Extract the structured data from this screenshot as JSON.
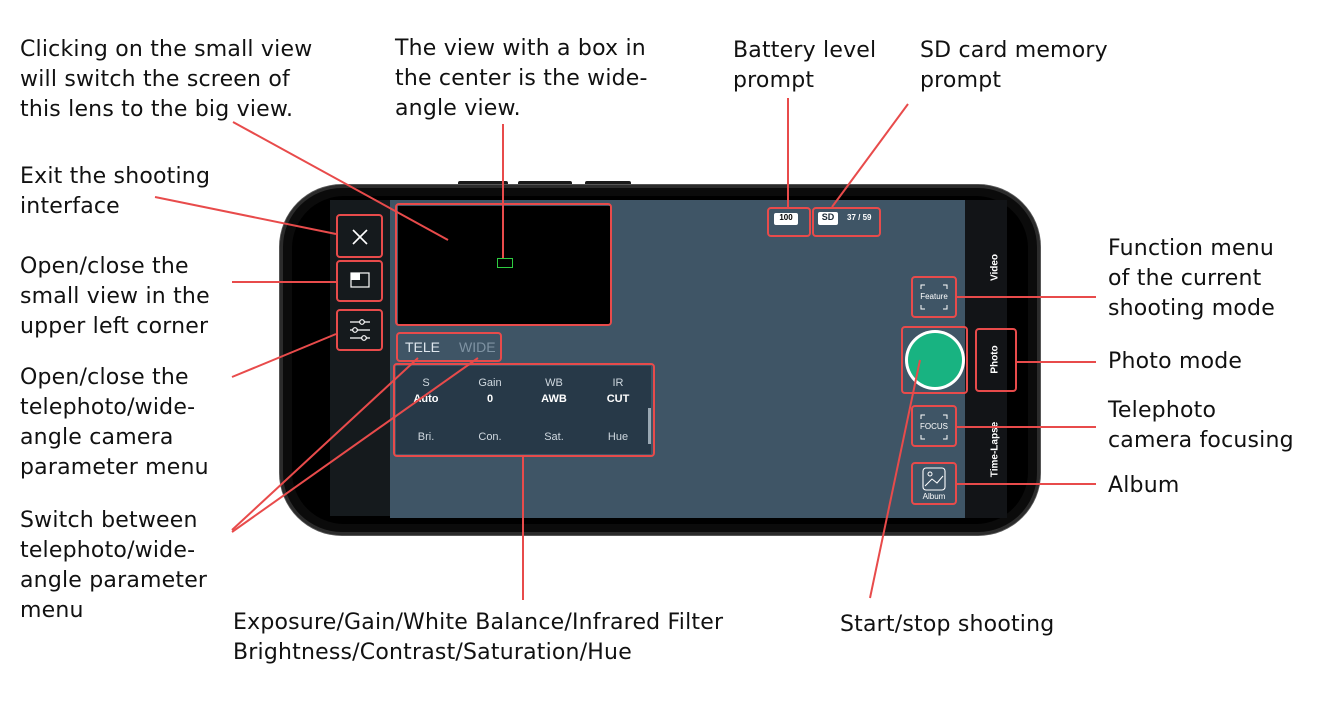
{
  "annotations": {
    "small_view": "Clicking on the small view\nwill switch the screen of\nthis lens to the big view.",
    "wide_angle_view": "The view with a box in\nthe center is the wide-\nangle view.",
    "battery": "Battery level\nprompt",
    "sd_card": "SD card memory\nprompt",
    "exit": "Exit the shooting\ninterface",
    "open_small_view": "Open/close the\nsmall view in the\nupper left corner",
    "param_menu": "Open/close the\ntelephoto/wide-\nangle camera\nparameter menu",
    "switch_menu": "Switch between\ntelephoto/wide-\nangle parameter\nmenu",
    "params": "Exposure/Gain/White Balance/Infrared Filter\nBrightness/Contrast/Saturation/Hue",
    "start_stop": "Start/stop shooting",
    "function_menu": "Function menu\nof the current\nshooting mode",
    "photo_mode": "Photo mode",
    "tele_focus": "Telephoto\ncamera focusing",
    "album": "Album"
  },
  "ui": {
    "battery_value": "100",
    "sd_label": "SD",
    "sd_value": "37 / 59",
    "tele_tab": "TELE",
    "wide_tab": "WIDE",
    "params_top": [
      {
        "label": "S",
        "value": "Auto"
      },
      {
        "label": "Gain",
        "value": "0"
      },
      {
        "label": "WB",
        "value": "AWB"
      },
      {
        "label": "IR",
        "value": "CUT"
      }
    ],
    "params_bottom": [
      "Bri.",
      "Con.",
      "Sat.",
      "Hue"
    ],
    "feature_label": "Feature",
    "focus_label": "FOCUS",
    "album_label": "Album",
    "modes": [
      "Video",
      "Photo",
      "Time-Lapse"
    ]
  },
  "colors": {
    "highlight": "#e84b4b",
    "shutter": "#18b381",
    "viewfinder": "#3f5566",
    "center_box": "#2ecc40"
  }
}
